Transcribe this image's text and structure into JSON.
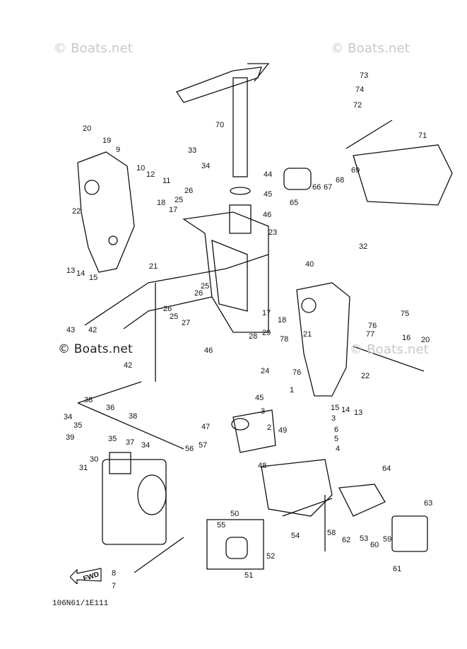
{
  "watermarks": {
    "top_left": "© Boats.net",
    "top_right": "© Boats.net",
    "middle_left": "© Boats.net",
    "middle_right": "© Boats.net"
  },
  "footer_code": "106N61/1E111",
  "fwd_label": "FWD",
  "colors": {
    "ink": "#111111",
    "watermark": "#c8c8c8",
    "background": "#ffffff"
  },
  "callouts": [
    "73",
    "74",
    "72",
    "71",
    "70",
    "69",
    "68",
    "67",
    "66",
    "65",
    "20",
    "19",
    "9",
    "33",
    "34",
    "10",
    "12",
    "11",
    "44",
    "45",
    "46",
    "26",
    "25",
    "22",
    "18",
    "17",
    "13",
    "14",
    "15",
    "21",
    "23",
    "32",
    "40",
    "26",
    "26",
    "25",
    "25",
    "27",
    "75",
    "76",
    "77",
    "43",
    "42",
    "42",
    "17",
    "18",
    "78",
    "28",
    "29",
    "21",
    "76",
    "16",
    "20",
    "46",
    "24",
    "22",
    "38",
    "36",
    "38",
    "45",
    "3",
    "1",
    "15",
    "14",
    "13",
    "34",
    "35",
    "35",
    "37",
    "34",
    "39",
    "31",
    "30",
    "47",
    "57",
    "56",
    "2",
    "49",
    "3",
    "6",
    "5",
    "4",
    "48",
    "64",
    "63",
    "50",
    "55",
    "54",
    "58",
    "62",
    "53",
    "60",
    "59",
    "52",
    "51",
    "61",
    "8",
    "7"
  ]
}
